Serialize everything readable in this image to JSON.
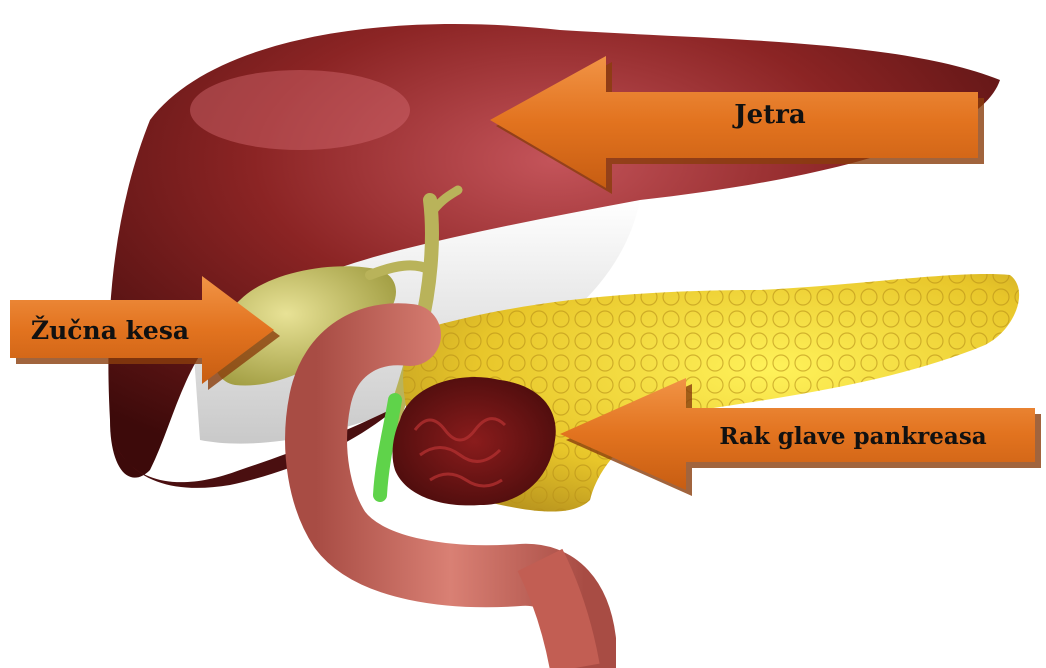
{
  "labels": {
    "liver": "Jetra",
    "gallbladder": "Žučna kesa",
    "pancreatic_cancer": "Rak glave pankreasa"
  },
  "colors": {
    "arrow_fill": "#e2731f",
    "arrow_shadow": "#8a3d0c",
    "liver": "#7a1c1c",
    "gallbladder": "#c9c46a",
    "pancreas": "#e8c62a",
    "duodenum": "#c86a5e",
    "tumor": "#6e1414",
    "bile_duct": "#5fd34a"
  }
}
